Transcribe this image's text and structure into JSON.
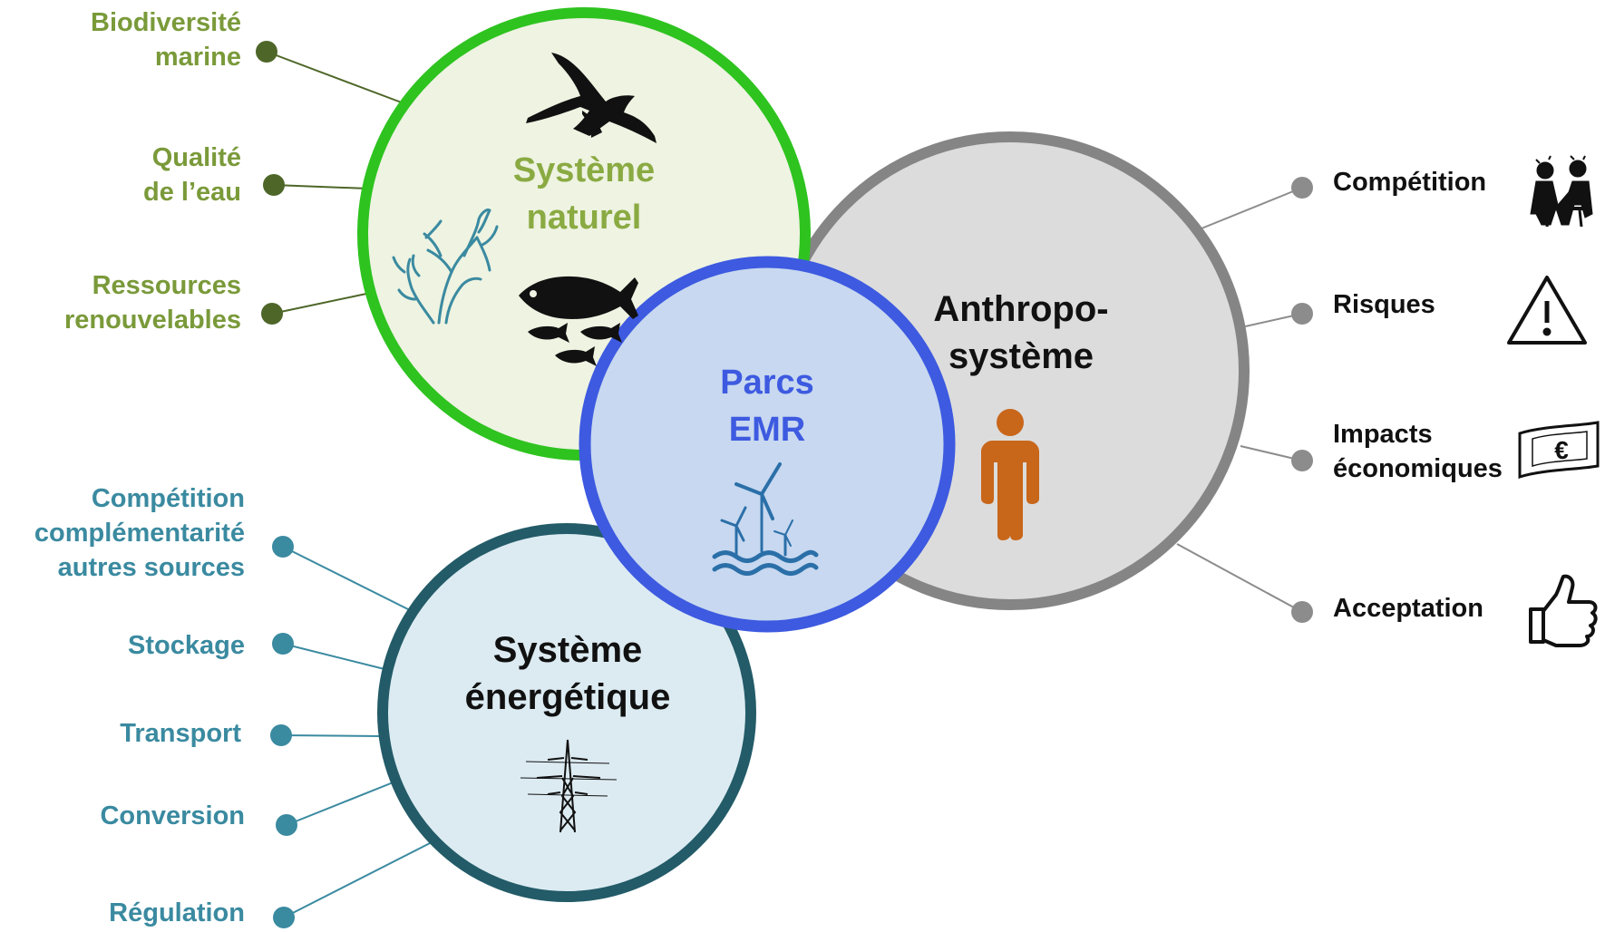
{
  "colors": {
    "nature_ring": "#2ec31f",
    "nature_fill": "#eef3e2",
    "nature_text": "#8aaa42",
    "nature_dot": "#4e6628",
    "anthro_ring": "#858585",
    "anthro_fill": "#dcdcdc",
    "anthro_dot": "#8c8c8c",
    "energy_ring": "#235b68",
    "energy_fill": "#dcebf2",
    "energy_label": "#3a8aa0",
    "parcs_ring": "#3d5ae0",
    "parcs_fill": "#c7d8f0",
    "parcs_text": "#3d5ae0",
    "person": "#c8661a"
  },
  "natural": {
    "title": [
      "Système",
      "naturel"
    ],
    "labels": [
      [
        "Biodiversité",
        "marine"
      ],
      [
        "Qualité",
        "de l’eau"
      ],
      [
        "Ressources",
        "renouvelables"
      ]
    ],
    "icons": [
      "bird-icon",
      "coral-icon",
      "fish-icon"
    ]
  },
  "anthropo": {
    "title": [
      "Anthropo-",
      "système"
    ],
    "labels": [
      [
        "Compétition"
      ],
      [
        "Risques"
      ],
      [
        "Impacts",
        "économiques"
      ],
      [
        "Acceptation"
      ]
    ],
    "icons": [
      "competition-icon",
      "warning-icon",
      "euro-banknote-icon",
      "thumbs-up-icon",
      "person-icon"
    ]
  },
  "energy": {
    "title": [
      "Système",
      "énergétique"
    ],
    "labels": [
      [
        "Compétition",
        "complémentarité",
        "autres sources"
      ],
      [
        "Stockage"
      ],
      [
        "Transport"
      ],
      [
        "Conversion"
      ],
      [
        "Régulation"
      ]
    ],
    "icons": [
      "power-pylon-icon"
    ]
  },
  "parcs": {
    "title": [
      "Parcs",
      "EMR"
    ],
    "icons": [
      "offshore-wind-turbine-icon"
    ]
  },
  "euro_symbol": "€"
}
